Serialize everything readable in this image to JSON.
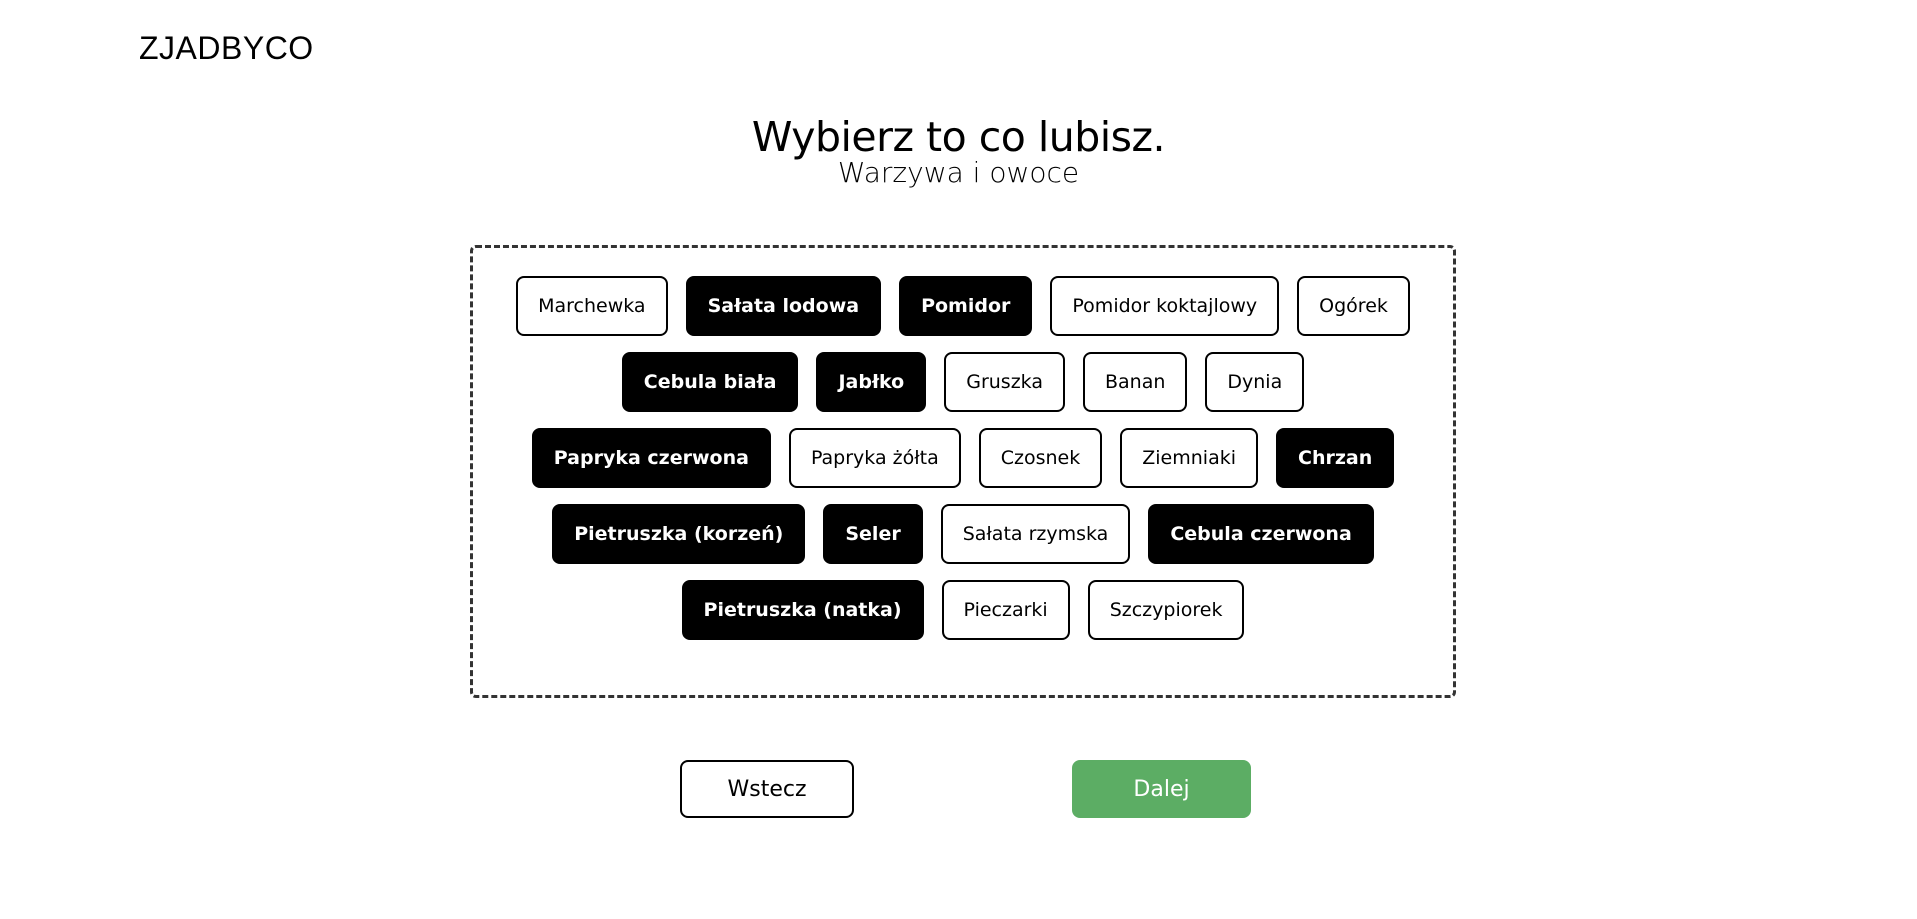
{
  "header": {
    "logo": "ZJADBYCO"
  },
  "heading": {
    "title": "Wybierz to co lubisz.",
    "subtitle": "Warzywa i owoce"
  },
  "colors": {
    "accent": "#5cad64",
    "selected": "#000000"
  },
  "items": [
    {
      "label": "Marchewka",
      "selected": false
    },
    {
      "label": "Sałata lodowa",
      "selected": true
    },
    {
      "label": "Pomidor",
      "selected": true
    },
    {
      "label": "Pomidor koktajlowy",
      "selected": false
    },
    {
      "label": "Ogórek",
      "selected": false
    },
    {
      "label": "Cebula biała",
      "selected": true
    },
    {
      "label": "Jabłko",
      "selected": true
    },
    {
      "label": "Gruszka",
      "selected": false
    },
    {
      "label": "Banan",
      "selected": false
    },
    {
      "label": "Dynia",
      "selected": false
    },
    {
      "label": "Papryka czerwona",
      "selected": true
    },
    {
      "label": "Papryka żółta",
      "selected": false
    },
    {
      "label": "Czosnek",
      "selected": false
    },
    {
      "label": "Ziemniaki",
      "selected": false
    },
    {
      "label": "Chrzan",
      "selected": true
    },
    {
      "label": "Pietruszka (korzeń)",
      "selected": true
    },
    {
      "label": "Seler",
      "selected": true
    },
    {
      "label": "Sałata rzymska",
      "selected": false
    },
    {
      "label": "Cebula czerwona",
      "selected": true
    },
    {
      "label": "Pietruszka (natka)",
      "selected": true
    },
    {
      "label": "Pieczarki",
      "selected": false
    },
    {
      "label": "Szczypiorek",
      "selected": false
    }
  ],
  "buttons": {
    "back_label": "Wstecz",
    "next_label": "Dalej"
  }
}
